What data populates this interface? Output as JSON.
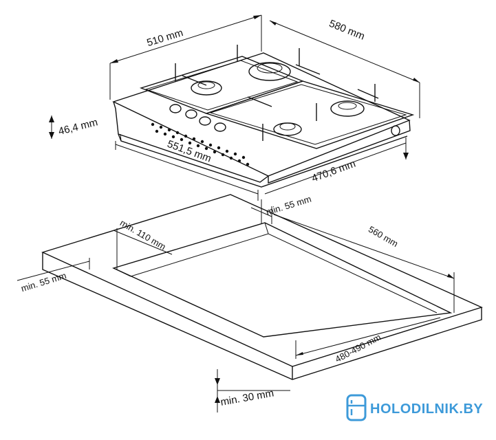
{
  "hob": {
    "width_label": "510 mm",
    "depth_label": "580 mm",
    "height_label": "46,4 mm",
    "bottom_width_label": "551,5 mm",
    "bottom_depth_label": "470,6 mm",
    "clearance_label": "min. 55 mm"
  },
  "cutout": {
    "left_gap_label": "min. 110 mm",
    "front_gap_label": "min. 55 mm",
    "depth_label": "560 mm",
    "width_label": "480-490 mm",
    "thickness_label": "min. 30 mm"
  },
  "brand": {
    "name": "HOLODILNIK.BY",
    "color": "#3d9ad9",
    "icon": "fridge-icon"
  }
}
